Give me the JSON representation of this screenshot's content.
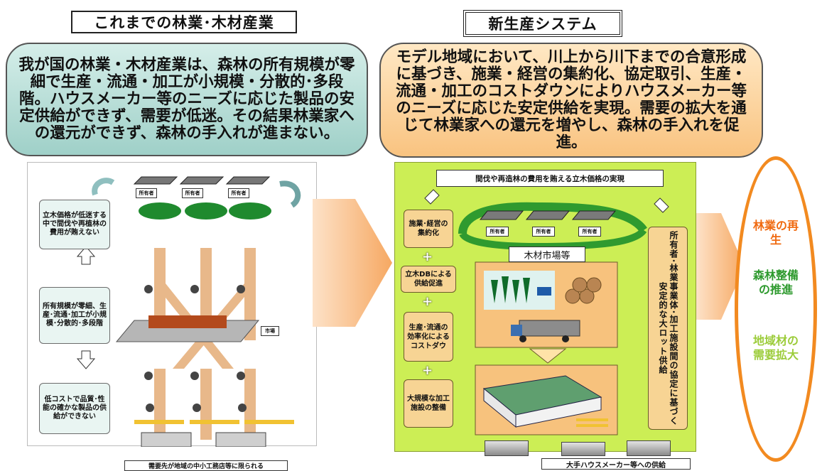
{
  "left": {
    "title": "これまでの林業･木材産業",
    "summary": "我が国の林業・木材産業は、森林の所有規模が零細で生産・流通・加工が小規模・分散的･多段階。ハウスメーカー等のニーズに応じた製品の安定供給ができず、需要が低迷。その結果林業家への還元ができず、森林の手入れが進まない。",
    "owner_label": "所有者",
    "caption_1": "立木価格が低迷する中で間伐や再植林の費用が賄えない",
    "caption_2": "所有規模が零細、生産･流通･加工が小規模･分散的･多段階",
    "caption_3": "低コストで品質･性能の確かな製品の供給ができない",
    "bottom_caption": "需要先が地域の中小工務店等に限られる",
    "market_tag": "市場"
  },
  "right": {
    "title": "新生産システム",
    "summary": "モデル地域において、川上から川下までの合意形成に基づき、施業・経営の集約化、協定取引、生産・流通・加工のコストダウンによりハウスメーカー等のニーズに応じた安定供給を実現。需要の拡大を通じて林業家への還元を増やし、森林の手入れを促進。",
    "top_banner": "間伐や再造林の費用を賄える立木価格の実現",
    "owner_label": "所有者",
    "market_label": "木材市場等",
    "step_1": "施業･経営の集約化",
    "step_2": "立木DBによる供給促進",
    "step_3": "生産･流通の効率化によるコストダウ",
    "step_4": "大規模な加工施設の整備",
    "side_text": "所有者･林業事業体･加工施設間の協定に基づく安定的な大ロット供給",
    "supply_label": "大手ハウスメーカー等への供給",
    "plus": "+"
  },
  "outcomes": {
    "line_1": "林業の再生",
    "line_2": "森林整備の推進",
    "line_3": "地域材の需要拡大"
  },
  "colors": {
    "outcome_1": "#f06a10",
    "outcome_2": "#2e9a2e",
    "outcome_3": "#9ccc3a",
    "ellipse_border": "#f28a20"
  }
}
